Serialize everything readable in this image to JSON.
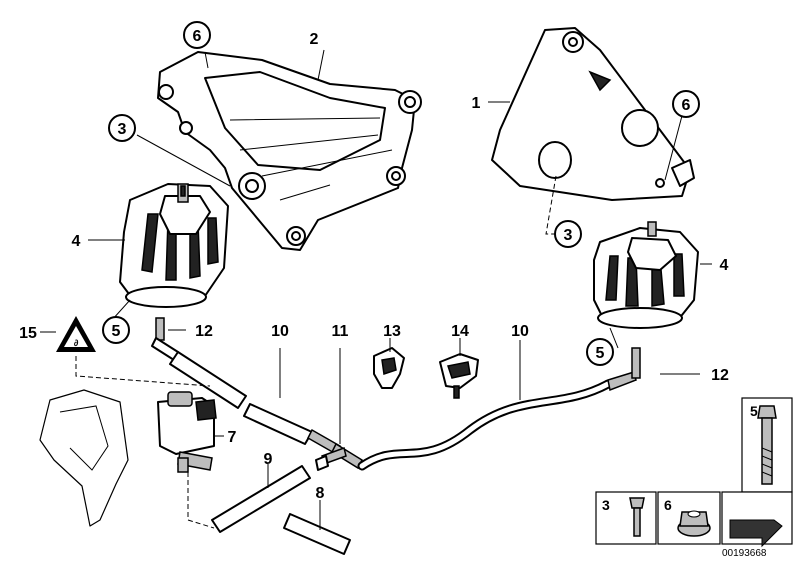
{
  "diagram": {
    "labels": {
      "l1": "1",
      "l2": "2",
      "l3a": "3",
      "l3b": "3",
      "l4a": "4",
      "l4b": "4",
      "l5a": "5",
      "l5b": "5",
      "l6a": "6",
      "l6b": "6",
      "l7": "7",
      "l8": "8",
      "l9": "9",
      "l10a": "10",
      "l10b": "10",
      "l11": "11",
      "l12a": "12",
      "l12b": "12",
      "l13": "13",
      "l14": "14",
      "l15": "15"
    },
    "legend": {
      "bolt_label": "5",
      "screw_label": "3",
      "nut_label": "6"
    },
    "image_code": "00193668"
  }
}
